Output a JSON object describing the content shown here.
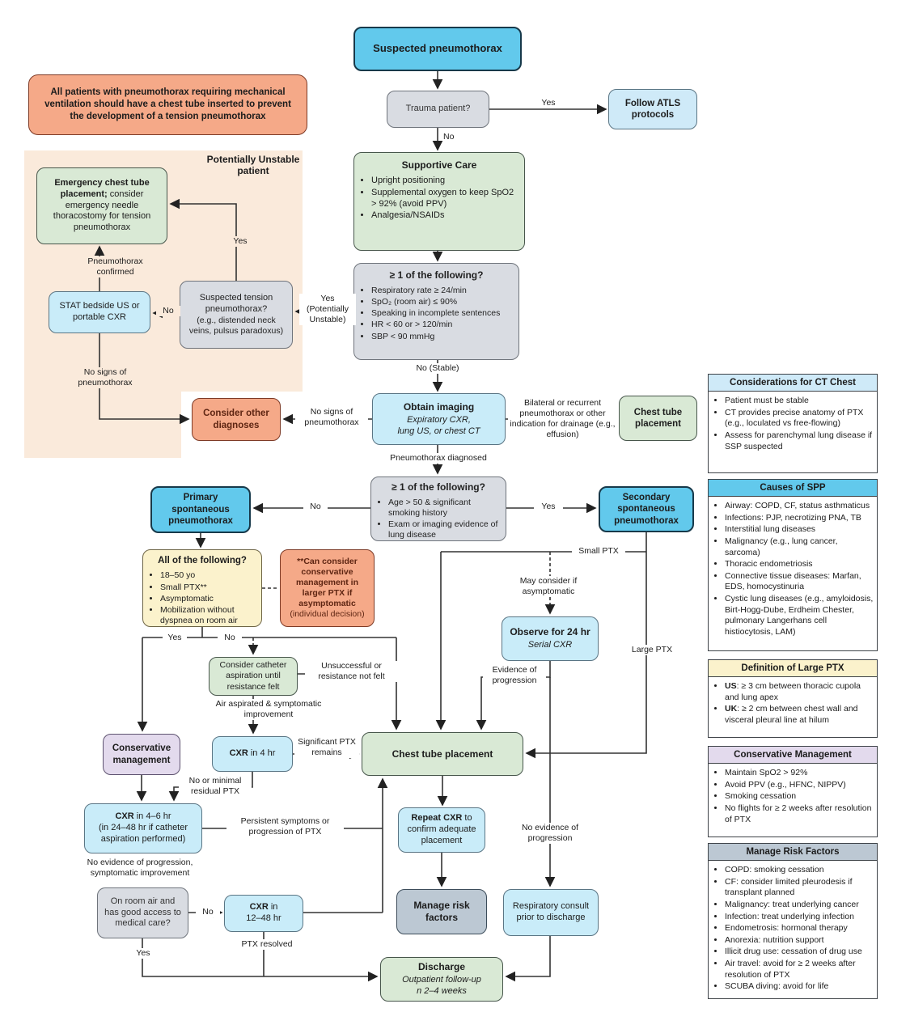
{
  "colors": {
    "cyan": "#62c9ec",
    "light_blue": "#cfeaf8",
    "green": "#d9e9d5",
    "gray": "#d9dce2",
    "salmon": "#f5a988",
    "yellow": "#fbf2cc",
    "purple": "#e3daed",
    "slate": "#bcc8d3",
    "peach_zone": "#faeadb"
  },
  "notes": {
    "vent_b": "All",
    "vent_t": " patients with pneumothorax requiring mechanical ventilation should have a chest tube inserted to prevent the development of a tension pneumothorax",
    "unstable_zone": "Potentially Unstable patient"
  },
  "nodes": {
    "suspected": {
      "b": "Suspected",
      "t": " pneumothorax"
    },
    "trauma": "Trauma patient?",
    "atls": "Follow ATLS protocols",
    "supportive": {
      "title": "Supportive Care",
      "items": [
        "Upright positioning",
        "Supplemental oxygen to keep SpO2 > 92% (avoid PPV)",
        "Analgesia/NSAIDs"
      ]
    },
    "criteria1": {
      "title": "≥ 1 of the following?",
      "items": [
        "Respiratory rate ≥ 24/min",
        "SpO₂ (room air) ≤ 90%",
        "Speaking in incomplete sentences",
        "HR < 60 or > 120/min",
        "SBP < 90 mmHg"
      ]
    },
    "obtain": {
      "title": "Obtain imaging",
      "line1": "Expiratory CXR,",
      "line2": "lung US, or chest CT"
    },
    "chest_tube_r": "Chest tube placement",
    "consider_other": "Consider other diagnoses",
    "criteria2": {
      "title": "≥ 1 of the following?",
      "items": [
        "Age > 50 & significant smoking history",
        "Exam or imaging evidence of lung disease"
      ]
    },
    "primary": "Primary spontaneous pneumothorax",
    "secondary": "Secondary spontaneous pneumothorax",
    "all_following": {
      "title": "All of the following?",
      "items": [
        "18–50 yo",
        "Small PTX**",
        "Asymptomatic",
        "Mobilization without dyspnea on room air"
      ]
    },
    "conservative_note": {
      "b": "**Can consider conservative management in larger PTX if asymptomatic",
      "t": "(individual decision)"
    },
    "observe": {
      "title": "Observe for 24 hr",
      "sub": "Serial CXR"
    },
    "catheter": "Consider catheter aspiration until resistance felt",
    "conservative": "Conservative management",
    "cxr4": {
      "b": "CXR",
      "t": " in 4 hr"
    },
    "chest_tube_main": "Chest tube placement",
    "cxr46": {
      "b": "CXR",
      "t": " in 4–6 hr",
      "t2": "(in 24–48 hr if catheter aspiration performed)"
    },
    "repeat_cxr": {
      "b": "Repeat CXR",
      "t": " to confirm adequate placement"
    },
    "manage_risk": "Manage risk factors",
    "room_air": "On room air and has good access to medical care?",
    "cxr1248": {
      "b": "CXR",
      "t": " in",
      "t2": "12–48 hr"
    },
    "resp_consult": "Respiratory consult prior to discharge",
    "discharge": {
      "title": "Discharge",
      "line1": "Outpatient follow-up",
      "line2": "n 2–4 weeks"
    },
    "emergency": {
      "b": "Emergency chest tube placement;",
      "t": " consider emergency needle thoracostomy for tension pneumothorax"
    },
    "stat": "STAT bedside US or portable CXR",
    "tension": {
      "line1": "Suspected tension pneumothorax?",
      "line2": "(e.g., distended neck veins, pulsus paradoxus)"
    }
  },
  "labels": {
    "yes_atls": "Yes",
    "no_trauma": "No",
    "yes_unstable": "Yes (Potentially Unstable)",
    "no_stable": "No (Stable)",
    "no_signs_r": "No signs of pneumothorax",
    "bilateral": "Bilateral or recurrent pneumothorax or other indication for drainage (e.g., effusion)",
    "ptx_diag": "Pneumothorax diagnosed",
    "no_primary": "No",
    "yes_secondary": "Yes",
    "small_ptx": "Small PTX",
    "large_ptx": "Large PTX",
    "may_consider": "May consider if asymptomatic",
    "evidence_prog": "Evidence of progression",
    "no_evidence_prog": "No evidence of progression",
    "yes_all": "Yes",
    "no_all": "No",
    "unsuccessful": "Unsuccessful or resistance not felt",
    "air_aspirated": "Air aspirated & symptomatic improvement",
    "significant": "Significant PTX remains",
    "no_minimal": "No or minimal residual PTX",
    "persistent": "Persistent symptoms or progression of PTX",
    "no_evidence_sympt": "No evidence of progression, symptomatic improvement",
    "no_roomair": "No",
    "yes_roomair": "Yes",
    "ptx_resolved": "PTX resolved",
    "yes_tension": "Yes",
    "no_tension": "No",
    "ptx_confirmed": "Pneumothorax confirmed",
    "no_signs_l": "No signs of pneumothorax"
  },
  "sidebars": {
    "ct_chest": {
      "header": "Considerations for CT Chest",
      "items": [
        "Patient must be stable",
        "CT provides precise anatomy of PTX (e.g., loculated vs free-flowing)",
        "Assess for parenchymal lung disease if SSP suspected"
      ]
    },
    "spp": {
      "header": "Causes of SPP",
      "items": [
        "Airway: COPD, CF, status asthmaticus",
        "Infections: PJP, necrotizing PNA, TB",
        "Interstitial lung diseases",
        "Malignancy (e.g., lung cancer, sarcoma)",
        "Thoracic endometriosis",
        "Connective tissue diseases: Marfan, EDS, homocystinuria",
        "Cystic lung diseases (e.g., amyloidosis, Birt-Hogg-Dube, Erdheim Chester, pulmonary Langerhans cell histiocytosis, LAM)"
      ]
    },
    "large_ptx": {
      "header": "Definition of Large PTX",
      "items": [
        {
          "b": "US",
          "t": ": ≥ 3 cm between thoracic cupola and lung apex"
        },
        {
          "b": "UK",
          "t": ": ≥ 2 cm between chest wall and visceral pleural line at hilum"
        }
      ]
    },
    "cons_mgmt": {
      "header": "Conservative Management",
      "items": [
        "Maintain SpO2 > 92%",
        "Avoid PPV (e.g., HFNC, NIPPV)",
        "Smoking cessation",
        "No flights for ≥ 2 weeks after resolution of PTX"
      ]
    },
    "risk": {
      "header": "Manage Risk Factors",
      "items": [
        "COPD: smoking cessation",
        "CF: consider limited pleurodesis if transplant planned",
        "Malignancy: treat underlying cancer",
        "Infection: treat underlying infection",
        "Endometrosis: hormonal therapy",
        "Anorexia: nutrition support",
        "Illicit drug use: cessation of drug use",
        "Air travel: avoid for ≥ 2 weeks after resolution of PTX",
        "SCUBA diving: avoid for life"
      ]
    }
  }
}
